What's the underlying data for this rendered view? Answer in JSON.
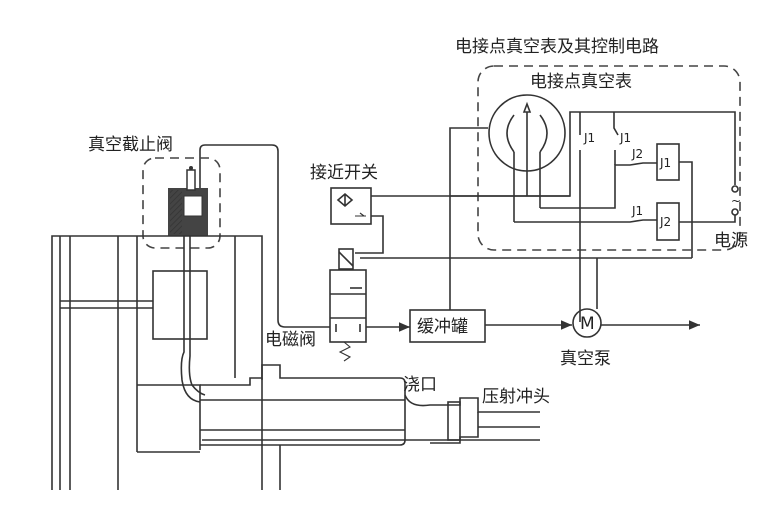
{
  "labels": {
    "control_circuit_title": "电接点真空表及其控制电路",
    "gauge": "电接点真空表",
    "shutoff_valve": "真空截止阀",
    "proximity_switch": "接近开关",
    "power": "电源",
    "buffer_tank": "缓冲罐",
    "vacuum_pump": "真空泵",
    "solenoid_valve": "电磁阀",
    "gate": "浇口",
    "plunger": "压射冲头",
    "motor": "M",
    "relay_j1": "J1",
    "relay_j2": "J2",
    "contact_j1_a": "J1",
    "contact_j1_b": "J1",
    "contact_j2": "J2",
    "contact_j1_c": "J1",
    "ac_symbol": "~"
  }
}
